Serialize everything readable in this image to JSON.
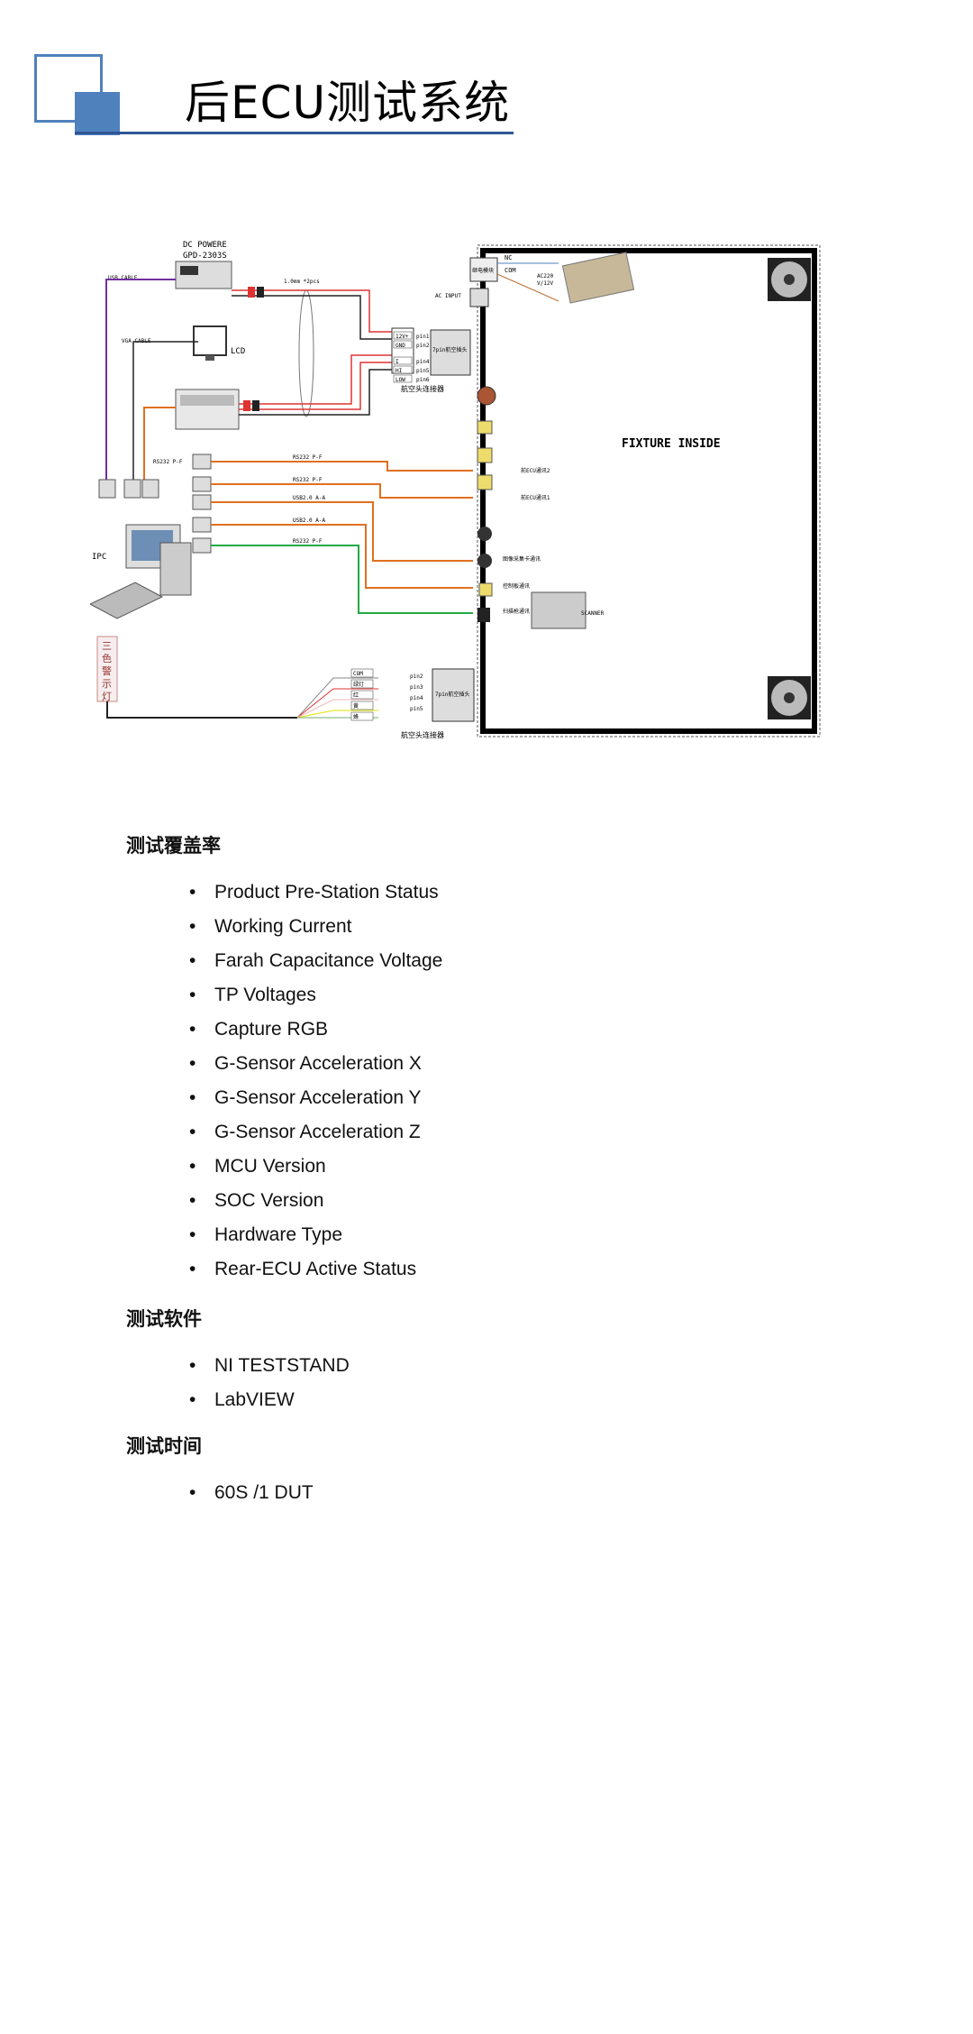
{
  "header": {
    "title": "后ECU测试系统"
  },
  "diagram": {
    "psu_brand": "DC POWERE",
    "psu_model": "GPD-2303S",
    "usb_cable": "USB CABLE",
    "vga_cable": "VGA CABLE",
    "lcd": "LCD",
    "ipc": "IPC",
    "twist": "1.0mm *2pcs",
    "rs232_pf": "RS232 P-F",
    "usb_aa": "USB2.0 A-A",
    "fixture_inside": "FIXTURE INSIDE",
    "nc": "NC",
    "com": "COM",
    "ac_input": "AC INPUT",
    "ac220": "AC220",
    "v12": "V/12V",
    "relay": "继电模块",
    "conn_label": "航空头连接器",
    "aviation_head": "7pin航空插头",
    "aviation_head2": "7pin航空插头",
    "pins": [
      "pin1",
      "pin2",
      "pin4",
      "pin5",
      "pin6"
    ],
    "pins2": [
      "pin2",
      "pin3",
      "pin4",
      "pin5"
    ],
    "pwr_labels": [
      "12V+",
      "GND",
      "I",
      "HI",
      "LOW"
    ],
    "lamp_labels": [
      "COM",
      "绿灯",
      "红",
      "黄",
      "蜂"
    ],
    "comm2": "前ECU通讯2",
    "comm1": "前ECU通讯1",
    "cap_card": "图像采集卡通讯",
    "ctrl_board": "控制板通讯",
    "scanner_comm": "扫描枪通讯",
    "scanner": "SCANNER",
    "lamp_vertical": [
      "三",
      "色",
      "警",
      "示",
      "灯"
    ]
  },
  "sections": [
    {
      "heading": "测试覆盖率",
      "items": [
        "Product Pre-Station Status",
        "Working Current",
        "Farah Capacitance Voltage",
        "TP Voltages",
        "Capture RGB",
        "G-Sensor Acceleration X",
        "G-Sensor Acceleration Y",
        "G-Sensor Acceleration Z",
        "MCU Version",
        "SOC Version",
        "Hardware Type",
        "Rear-ECU Active Status"
      ]
    },
    {
      "heading": "测试软件",
      "items": [
        "NI TESTSTAND",
        "LabVIEW"
      ]
    },
    {
      "heading": "测试时间",
      "items": [
        "60S /1 DUT"
      ]
    }
  ]
}
